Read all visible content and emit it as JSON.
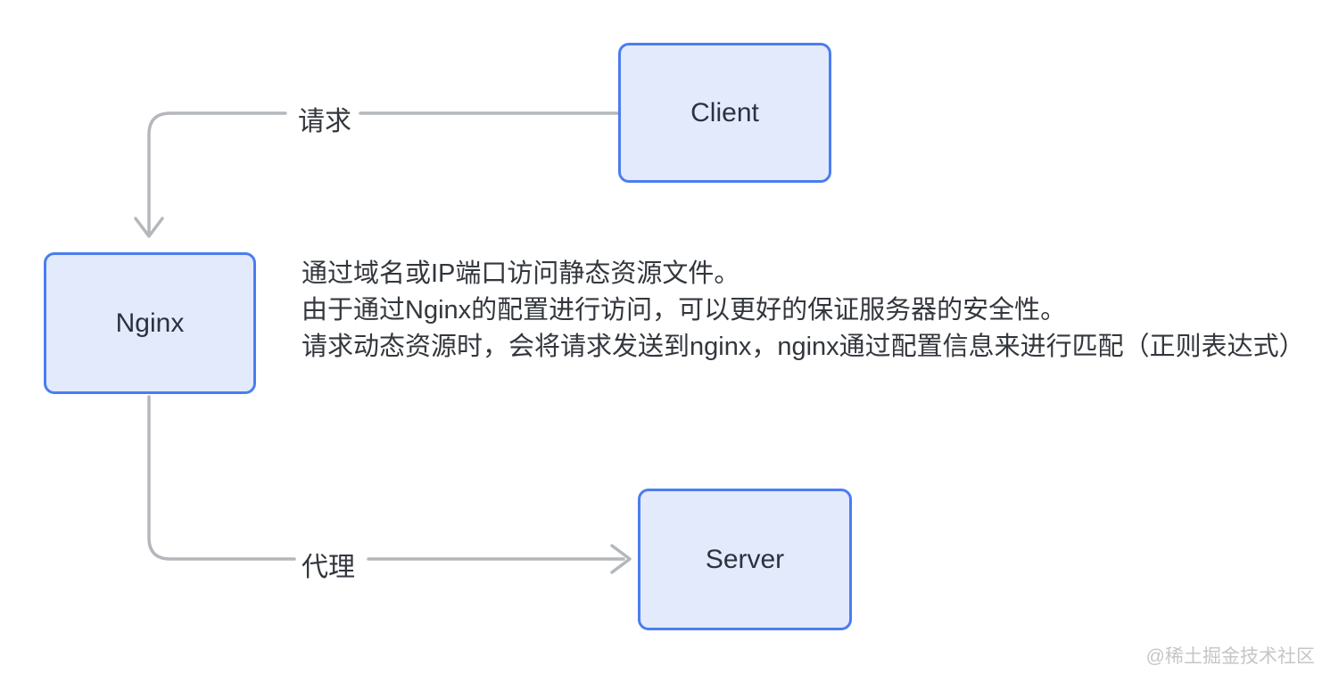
{
  "diagram": {
    "nodes": [
      {
        "id": "client",
        "label": "Client"
      },
      {
        "id": "nginx",
        "label": "Nginx"
      },
      {
        "id": "server",
        "label": "Server"
      }
    ],
    "edges": [
      {
        "from": "client",
        "to": "nginx",
        "label": "请求"
      },
      {
        "from": "nginx",
        "to": "server",
        "label": "代理"
      }
    ],
    "notes": [
      "通过域名或IP端口访问静态资源文件。",
      "由于通过Nginx的配置进行访问，可以更好的保证服务器的安全性。",
      "请求动态资源时，会将请求发送到nginx，nginx通过配置信息来进行匹配（正则表达式）"
    ],
    "watermark": "@稀土掘金技术社区",
    "colors": {
      "node_border": "#4a7df0",
      "node_fill": "#e3eafc",
      "node_text": "#2b3240",
      "body_text": "#33373d",
      "connector": "#b4b7bb",
      "watermark": "#c6c6c6"
    }
  }
}
